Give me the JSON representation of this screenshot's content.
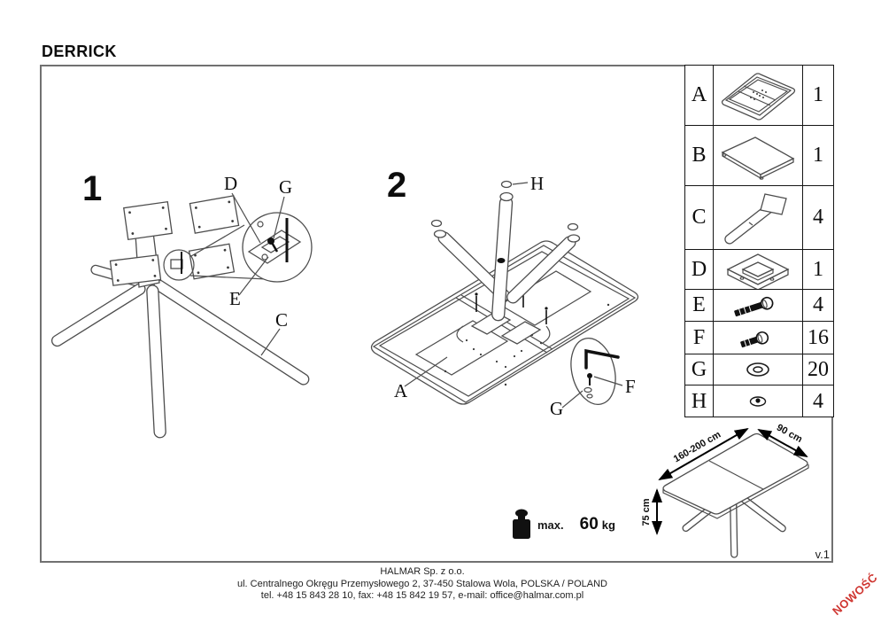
{
  "title": "DERRICK",
  "figures": {
    "fig1": {
      "number": "1",
      "labels": {
        "d": "D",
        "g": "G",
        "e": "E",
        "c": "C"
      }
    },
    "fig2": {
      "number": "2",
      "labels": {
        "h": "H",
        "a": "A",
        "f": "F",
        "g": "G"
      }
    }
  },
  "parts": {
    "rows": [
      {
        "letter": "A",
        "icon": "table-frame-icon",
        "qty": "1"
      },
      {
        "letter": "B",
        "icon": "table-top-panel-icon",
        "qty": "1"
      },
      {
        "letter": "C",
        "icon": "table-leg-icon",
        "qty": "4"
      },
      {
        "letter": "D",
        "icon": "center-bracket-icon",
        "qty": "1"
      },
      {
        "letter": "E",
        "icon": "long-bolt-icon",
        "qty": "4"
      },
      {
        "letter": "F",
        "icon": "short-bolt-icon",
        "qty": "16"
      },
      {
        "letter": "G",
        "icon": "washer-icon",
        "qty": "20"
      },
      {
        "letter": "H",
        "icon": "glide-cap-icon",
        "qty": "4"
      }
    ]
  },
  "weight": {
    "label": "max.",
    "value": "60",
    "unit": "kg"
  },
  "dimensions": {
    "length": "160-200 cm",
    "width": "90 cm",
    "height": "75 cm"
  },
  "version": "v.1",
  "badge": {
    "text": "NOWOŚĆ",
    "color": "#cf3530"
  },
  "footer": {
    "line1": "HALMAR Sp. z o.o.",
    "line2": "ul. Centralnego Okręgu Przemysłowego 2, 37-450 Stalowa Wola, POLSKA / POLAND",
    "line3": "tel. +48 15 843 28 10, fax: +48 15 842 19 57, e-mail: office@halmar.com.pl"
  }
}
